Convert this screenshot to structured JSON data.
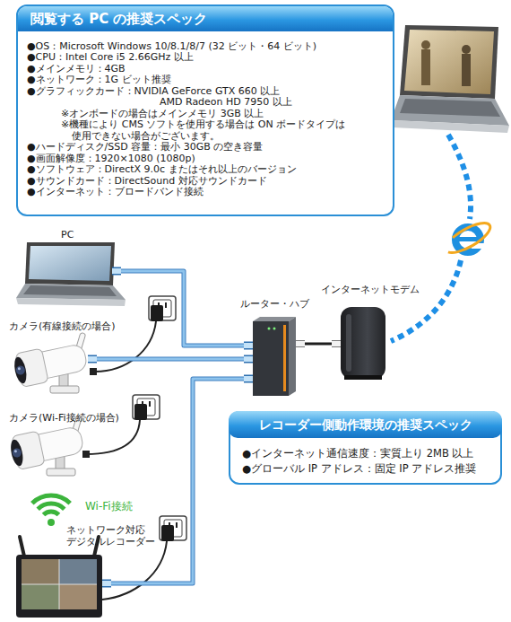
{
  "diagram": {
    "nodes": [
      {
        "text": [
          "閲覧する PC の推奨スペック",
          "●OS：Microsoft Windows 10/8.1/8/7 (32 ビット・64 ビット)",
          "●CPU：Intel Core i5 2.66GHz 以上",
          "●メインメモリ：4GB",
          "●ネットワーク：1G ビット推奨",
          "●グラフィックカード：NVIDIA GeForce GTX 660 以上",
          "AMD Radeon HD 7950 以上",
          "※オンボードの場合はメインメモリ 3GB 以上",
          "※機種により CMS ソフトを使用する場合は ON ボードタイプは 使用できない場合がございます。",
          "●ハードディスク/SSD 容量：最小 30GB の空き容量",
          "●画面解像度：1920×1080 (1080p)",
          "●ソフトウェア：DirectX 9.0c またはそれ以上のバージョン",
          "●サウンドカード：DirectSound 対応サウンドカード",
          "●インターネット：ブロードバンド接続"
        ]
      },
      {
        "text": [
          "PC"
        ]
      },
      {
        "text": [
          "カメラ(有線接続の場合)"
        ]
      },
      {
        "text": [
          "カメラ(Wi-Fi接続の場合)"
        ]
      },
      {
        "text": [
          "ネットワーク対応 デジタルレコーダー"
        ]
      },
      {
        "text": [
          "ルーター・ハブ"
        ]
      },
      {
        "text": [
          "インターネットモデム"
        ]
      },
      {
        "text": [
          "レコーダー側動作環境の推奨スペック",
          "●インターネット通信速度：実質上り 2MB 以上",
          "●グローバル IP アドレス：固定 IP アドレス推奨"
        ]
      }
    ],
    "edges": [
      {
        "from": 1,
        "to": 5,
        "arrow": "none"
      },
      {
        "from": 2,
        "to": 5,
        "arrow": "none"
      },
      {
        "from": 4,
        "to": 5,
        "arrow": "none"
      },
      {
        "from": 5,
        "to": 6,
        "arrow": "none"
      }
    ],
    "labels": [
      "Wi-Fi接続"
    ]
  }
}
